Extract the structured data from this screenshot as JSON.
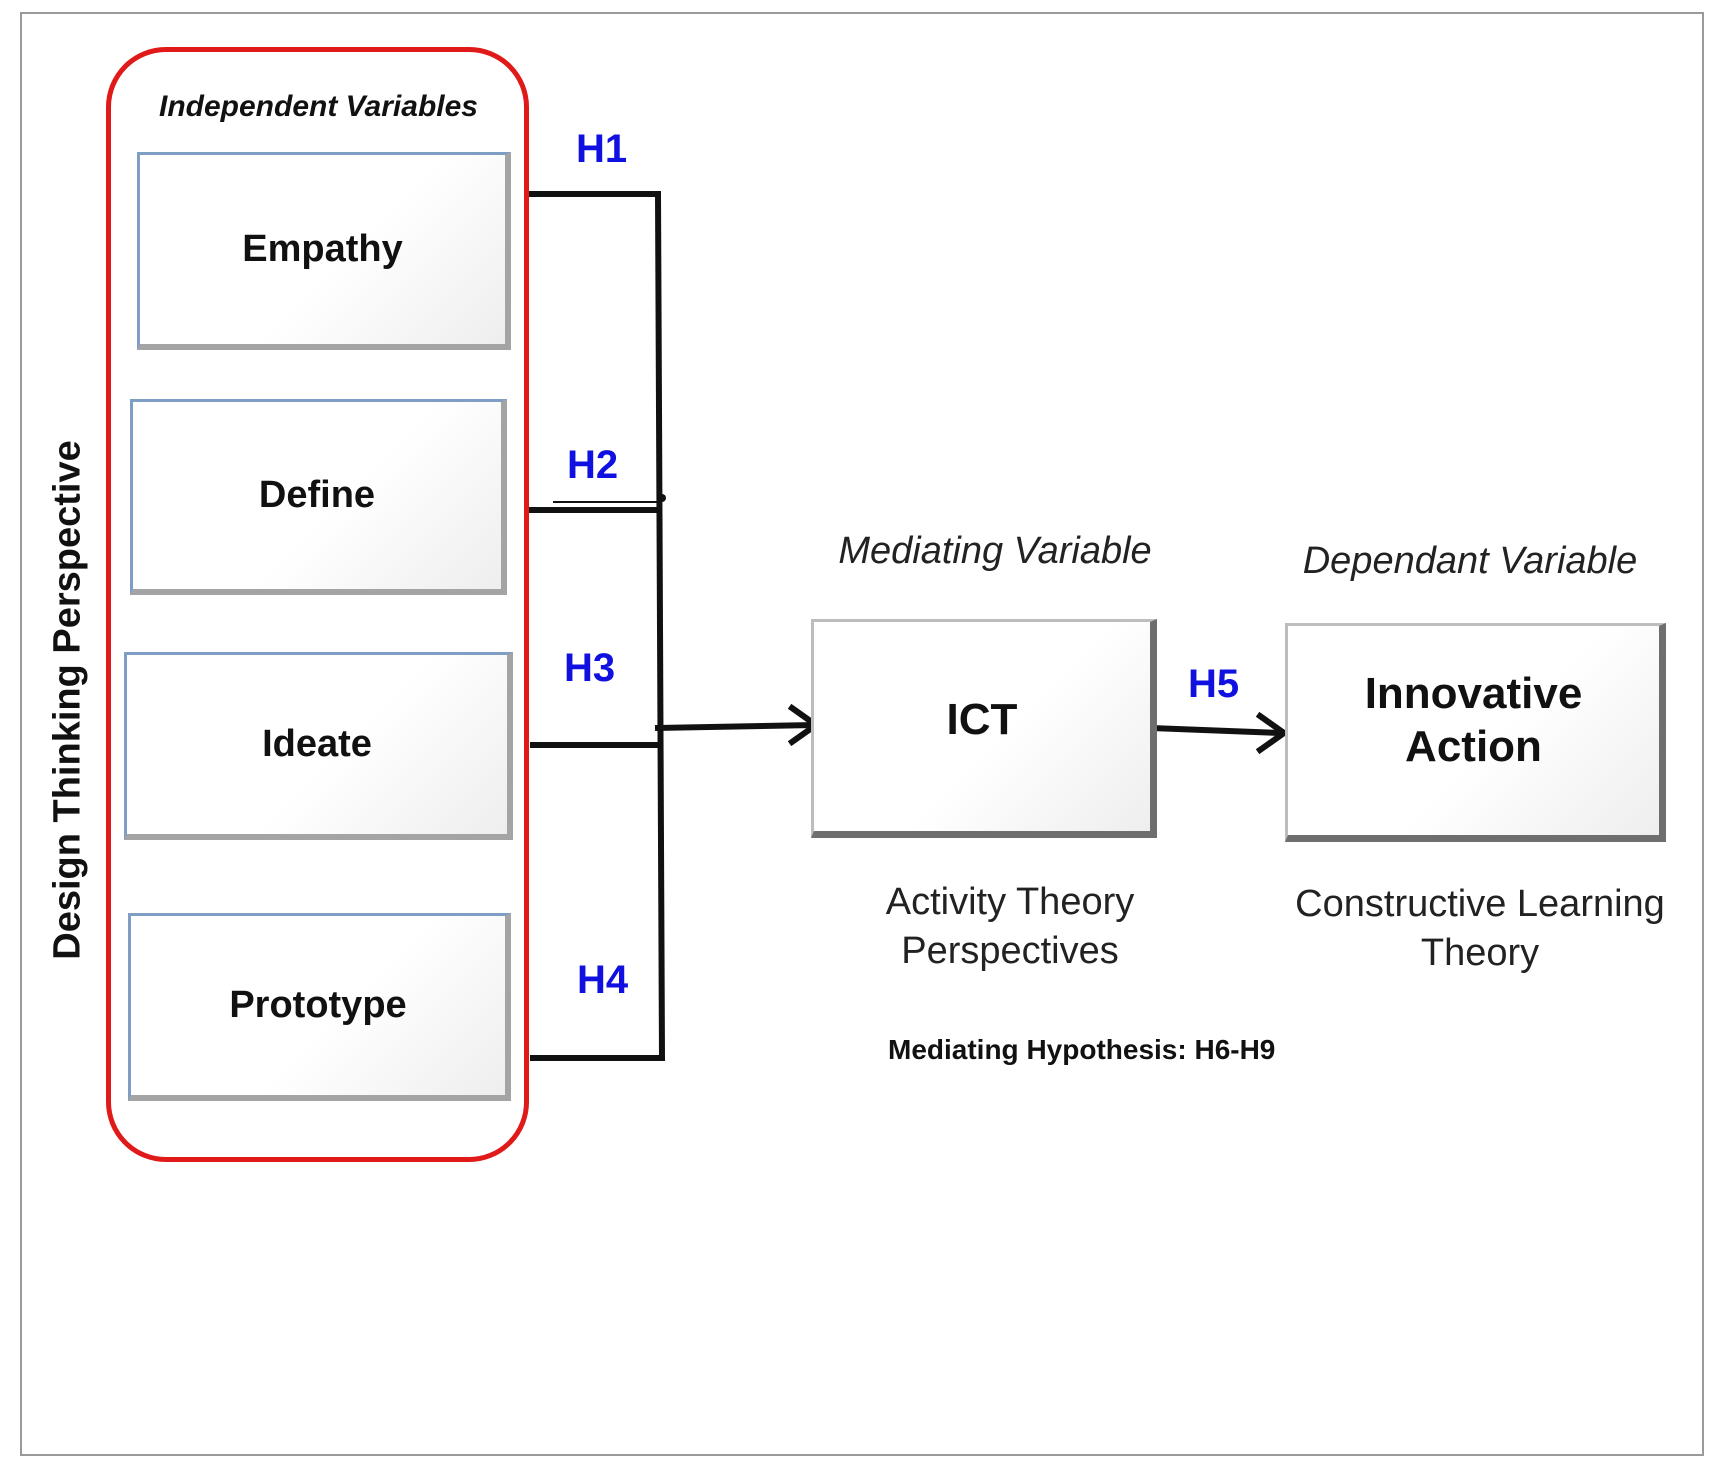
{
  "perspective_label": "Design Thinking Perspective",
  "independent": {
    "heading": "Independent Variables",
    "items": [
      "Empathy",
      "Define",
      "Ideate",
      "Prototype"
    ]
  },
  "hypotheses": {
    "h1": "H1",
    "h2": "H2",
    "h3": "H3",
    "h4": "H4",
    "h5": "H5"
  },
  "mediating": {
    "heading": "Mediating Variable",
    "name": "ICT",
    "theory_lines": [
      "Activity Theory",
      "Perspectives"
    ]
  },
  "dependent": {
    "heading": "Dependant Variable",
    "name_lines": [
      "Innovative",
      "Action"
    ],
    "theory_lines": [
      "Constructive Learning",
      "Theory"
    ]
  },
  "mediating_hypothesis": "Mediating Hypothesis: H6-H9",
  "colors": {
    "group_border": "#e01919",
    "hypothesis_label": "#1010e0",
    "connector": "#111111"
  }
}
